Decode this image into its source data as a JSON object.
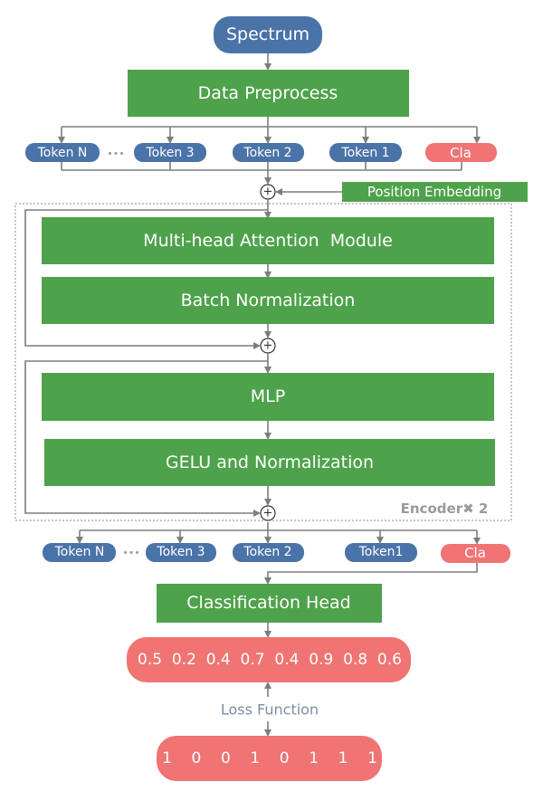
{
  "colors": {
    "blue": "#4a73a8",
    "green": "#4ea24b",
    "red": "#ef7473",
    "line": "#7d7d7d",
    "dashed": "#8a8a8a"
  },
  "nodes": {
    "spectrum": "Spectrum",
    "data_preprocess": "Data Preprocess",
    "position_embedding": "Position Embedding",
    "attention": "Multi-head Attention  Module",
    "batch_norm": "Batch Normalization",
    "mlp": "MLP",
    "gelu": "GELU and Normalization",
    "encoder_label": "Encoder✖ 2",
    "classification_head": "Classification Head",
    "predictions": "0.5  0.2  0.4  0.7  0.4  0.9  0.8  0.6",
    "loss_function": "Loss Function",
    "labels": "1    0    0    1    0    1    1    1"
  },
  "tokens_top": [
    "Token N",
    "Token 3",
    "Token 2",
    "Token 1",
    "Cla"
  ],
  "tokens_bottom": [
    "Token N",
    "Token 3",
    "Token 2",
    "Token1",
    "Cla"
  ],
  "ellipsis": "•••",
  "plus_symbol": "+"
}
